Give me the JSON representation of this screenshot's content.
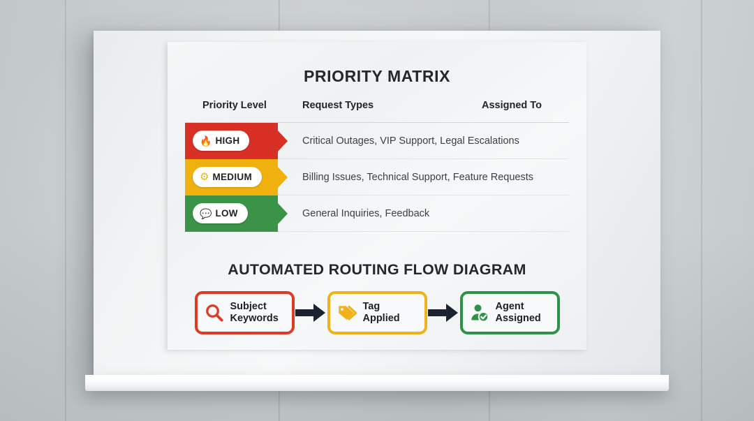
{
  "scene": {
    "description": "Framed poster on a gray paneled wall",
    "wall_color": "#c8cdcf",
    "frame_color": "#f1f3f4",
    "poster_bg": "#f2f5f6"
  },
  "poster": {
    "title": "PRIORITY MATRIX",
    "matrix": {
      "columns": [
        {
          "key": "priority",
          "label": "Priority Level"
        },
        {
          "key": "request",
          "label": "Request Types"
        },
        {
          "key": "assigned",
          "label": "Assigned To"
        }
      ],
      "rows": [
        {
          "level": "HIGH",
          "icon": "flame-icon",
          "glyph": "🔥",
          "color": "#D93025",
          "request_types": "Critical Outages, VIP Support, Legal Escalations",
          "assigned_to": ""
        },
        {
          "level": "MEDIUM",
          "icon": "gear-icon",
          "glyph": "⚙",
          "color": "#F0B10F",
          "request_types": "Billing Issues, Technical Support, Feature Requests",
          "assigned_to": ""
        },
        {
          "level": "LOW",
          "icon": "chat-bubble-icon",
          "glyph": "💬",
          "color": "#3A9347",
          "request_types": "General Inquiries, Feedback",
          "assigned_to": ""
        }
      ]
    },
    "flow": {
      "title": "AUTOMATED ROUTING FLOW DIAGRAM",
      "arrow_color": "#1c2330",
      "nodes": [
        {
          "label": "Subject\nKeywords",
          "icon": "magnifier-icon",
          "color": "#DE3B26",
          "border_color": "#DE3B26"
        },
        {
          "label": "Tag\nApplied",
          "icon": "tag-icon",
          "color": "#F0B21B",
          "border_color": "#F0B21B"
        },
        {
          "label": "Agent\nAssigned",
          "icon": "person-check-icon",
          "color": "#2E9348",
          "border_color": "#2E9348"
        }
      ]
    }
  }
}
